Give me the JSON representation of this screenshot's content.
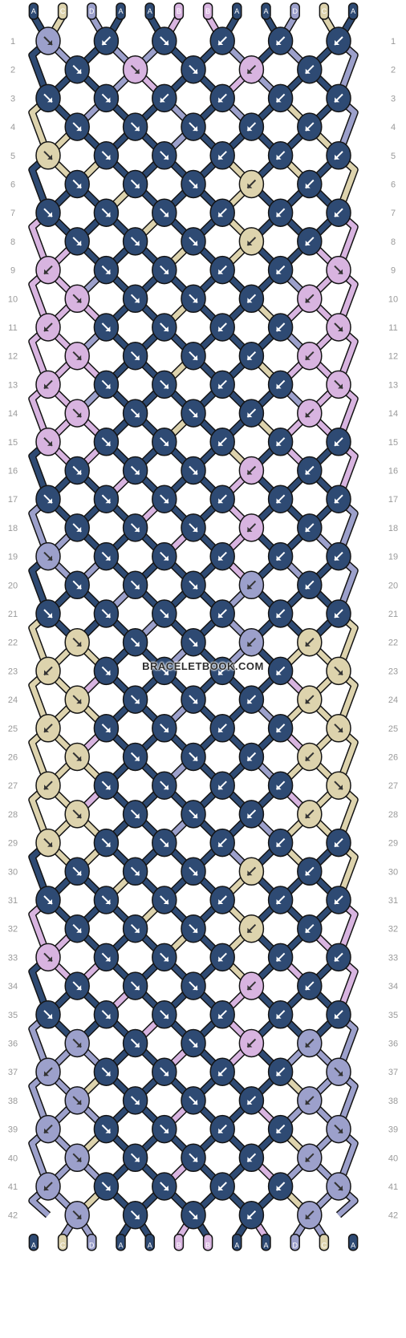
{
  "colors": {
    "A": "#2e4a73",
    "B": "#d8b4e0",
    "C": "#ddd3ad",
    "D": "#9ca0cb",
    "outline": "#141414",
    "arrow": "#ffffff",
    "rowlabel": "#9a9a9a"
  },
  "strands_top": [
    "A",
    "C",
    "D",
    "A",
    "A",
    "B",
    "B",
    "A",
    "A",
    "D",
    "C",
    "A"
  ],
  "strands_bottom": [
    "A",
    "C",
    "D",
    "A",
    "A",
    "B",
    "B",
    "A",
    "A",
    "D",
    "C",
    "A"
  ],
  "row_labels": [
    "1",
    "2",
    "3",
    "4",
    "5",
    "6",
    "7",
    "8",
    "9",
    "10",
    "11",
    "12",
    "13",
    "14",
    "15",
    "16",
    "17",
    "18",
    "19",
    "20",
    "21",
    "22",
    "23",
    "24",
    "25",
    "26",
    "27",
    "28",
    "29",
    "30",
    "31",
    "32",
    "33",
    "34",
    "35",
    "36",
    "37",
    "38",
    "39",
    "40",
    "41",
    "42"
  ],
  "watermark": "BRACELETBOOK.COM",
  "knot_rows": [
    "AD↘|AD↙|DA↘|AD↙|AD↙|AD↙",
    "AA↘|DB↘|AA↘|BD↙|AA↙",
    "CA↘|DA↘|AD↙|AD↙|AC↙|AD↙",
    "CA↘|AA↘|DA↘|AA↙|AC↙",
    "AC↘|CA↘|AA↘|AC↙|AC↙|AC↙",
    "AA↘|CA↘|AA↘|CA↙|AA↙",
    "BA↘|AA↘|CA↘|AC↙|AA↙|AB↙",
    "BA↘|AA↘|CA↘|CA↙|AB↙",
    "BB↙|DA↘|AA↘|AA↙|AD↙|BB↘",
    "BB↘|AA↘|CA↘|AC↙|BB↙",
    "BB↙|DA↘|AA↘|AA↙|AD↙|BB↘",
    "BB↘|AA↘|CA↘|AC↙|BB↙",
    "BB↙|DA↘|AA↘|AA↙|AD↙|BB↘",
    "BB↘|AA↘|CA↘|AC↙|BB↙",
    "AB↘|BA↘|AA↘|AC↙|AB↙|AB↙",
    "AA↘|BA↘|AA↘|BA↙|AA↙",
    "DA↘|AA↘|BA↘|AB↙|AA↙|AD↙",
    "DA↘|AA↘|BA↘|BA↙|AD↙",
    "AD↘|DA↘|AA↘|AB↙|AD↙|AD↙",
    "AA↘|DA↘|AA↘|DA↙|AA↙",
    "CA↘|AA↘|DA↘|AD↙|AA↙|AC↙",
    "CC↘|AA↘|DA↘|DA↙|CC↙",
    "CC↙|BA↘|AA↘|AA↙|AB↙|CC↘",
    "CC↘|AA↘|DA↘|AD↙|CC↙",
    "CC↙|BA↘|AA↘|AA↙|AB↙|CC↘",
    "CC↘|AA↘|DA↘|AD↙|CC↙",
    "CC↙|BA↘|AA↘|AA↙|AB↙|CC↘",
    "CC↘|AA↘|DA↘|AD↙|CC↙",
    "AC↘|CA↘|AA↘|AD↙|AC↙|AC↙",
    "AA↘|CA↘|AA↘|CA↙|AA↙",
    "BA↘|AA↘|CA↘|AC↙|AA↙|AB↙",
    "BA↘|AA↘|CA↘|CA↙|AB↙",
    "AB↘|BA↘|AA↘|AC↙|AB↙|AB↙",
    "AA↘|BA↘|AA↘|BA↙|AA↙",
    "DA↘|AA↘|BA↘|AB↙|AA↙|AD↙",
    "DD↘|AA↘|BA↘|BA↙|DD↙",
    "DD↙|CA↘|AA↘|AA↙|AC↙|DD↘",
    "DD↘|AA↘|BA↘|AB↙|DD↙",
    "DD↙|CA↘|AA↘|AA↙|AC↙|DD↘",
    "DD↘|AA↘|BA↘|AB↙|DD↙",
    "DD↙|CA↘|AA↘|AA↙|AC↙|DD↘",
    "DD↘|AA↘|BA↘|AB↙|DD↙"
  ]
}
